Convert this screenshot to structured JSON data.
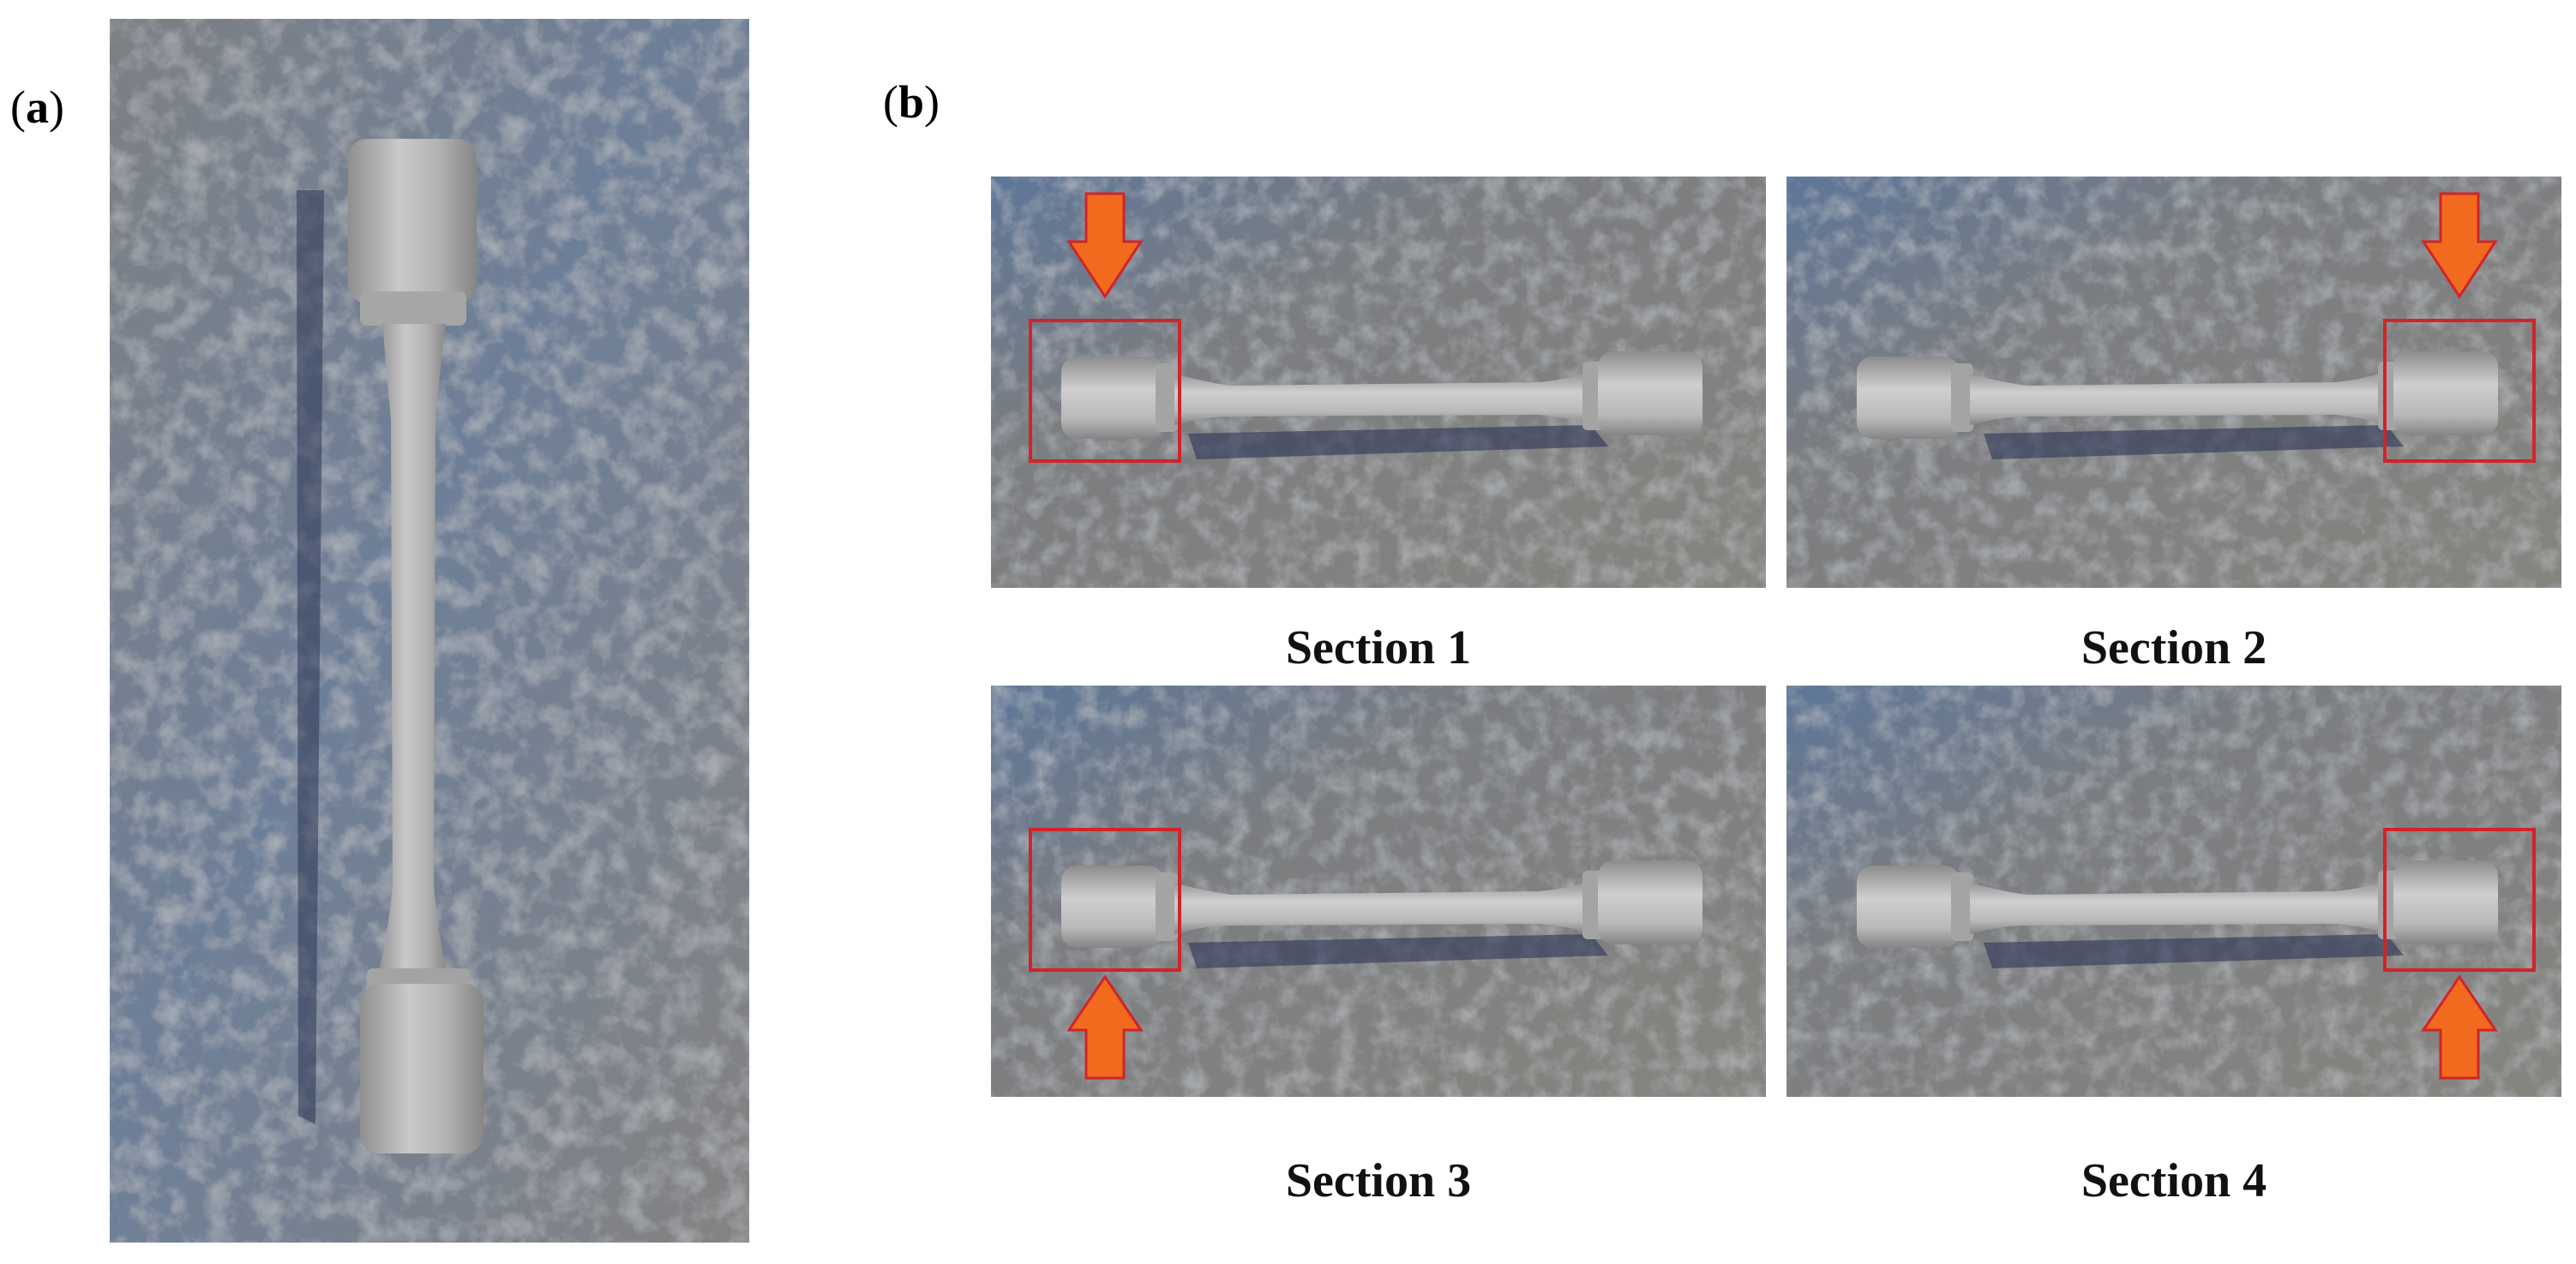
{
  "figure": {
    "panel_a": {
      "open": "(",
      "letter": "a",
      "close": ")"
    },
    "panel_b": {
      "open": "(",
      "letter": "b",
      "close": ")",
      "sections": [
        {
          "caption": "Section 1",
          "highlight_end": "left",
          "arrow": "from-top"
        },
        {
          "caption": "Section 2",
          "highlight_end": "right",
          "arrow": "from-top"
        },
        {
          "caption": "Section 3",
          "highlight_end": "left",
          "arrow": "from-bottom"
        },
        {
          "caption": "Section 4",
          "highlight_end": "right",
          "arrow": "from-bottom"
        }
      ]
    },
    "colors": {
      "granite": "#7b7d80",
      "granite_blue": "#5d7698",
      "specimen": "#b9b9b9",
      "box": "#d0242a",
      "arrow": "#f26a1d",
      "arrow_outline": "#d0242a"
    }
  }
}
